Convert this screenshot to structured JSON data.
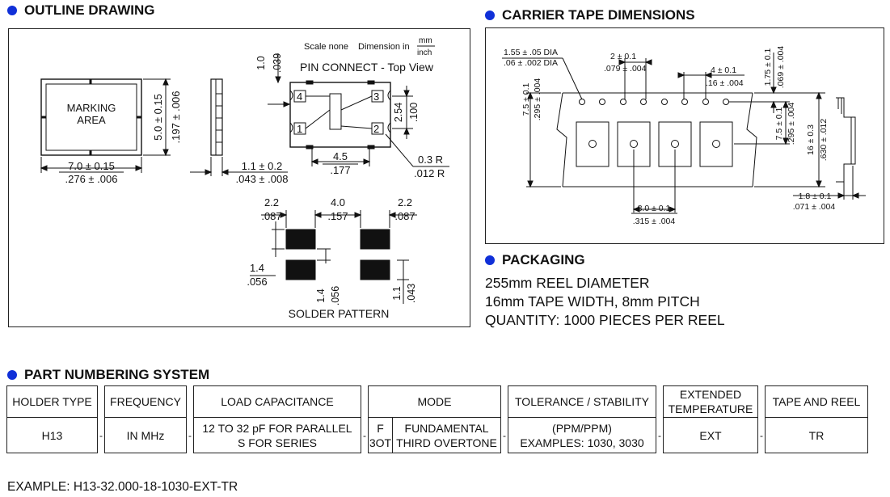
{
  "outline": {
    "title": "OUTLINE DRAWING",
    "scale": "Scale none",
    "dimension_in": "Dimension in",
    "unit_mm": "mm",
    "unit_inch": "inch",
    "pin_connect": "PIN CONNECT - Top View",
    "marking_line1": "MARKING",
    "marking_line2": "AREA",
    "width_mm": "7.0 ± 0.15",
    "width_in": ".276 ± .006",
    "height_mm": "5.0 ± 0.15",
    "height_in": ".197 ± .006",
    "thick_mm": "1.1 ± 0.2",
    "thick_in": ".043 ± .008",
    "top_mm": "1.0",
    "top_in": ".039",
    "pitch_mm": "2.54",
    "pitch_in": ".100",
    "span_mm": "4.5",
    "span_in": ".177",
    "radius_mm": "0.3 R",
    "radius_in": ".012 R",
    "pins": [
      "4",
      "3",
      "1",
      "2"
    ],
    "solder": {
      "label": "SOLDER PATTERN",
      "pad_w_mm": "2.2",
      "pad_w_in": ".087",
      "gap_mm": "4.0",
      "gap_in": ".157",
      "pad_w2_mm": "2.2",
      "pad_w2_in": ".087",
      "pad_h_mm": "1.4",
      "pad_h_in": ".056",
      "vgap_mm": "1.4",
      "vgap_in": ".056",
      "pad_h2_mm": "1.1",
      "pad_h2_in": ".043"
    }
  },
  "carrier": {
    "title": "CARRIER TAPE DIMENSIONS",
    "hole_dia_mm": "1.55 ± .05 DIA",
    "hole_dia_in": ".06 ± .002 DIA",
    "p2_mm": "2 ± 0.1",
    "p2_in": ".079 ± .004",
    "p0_mm": "4 ± 0.1",
    "p0_in": ".16 ± .004",
    "e_mm": "1.75 ± 0.1",
    "e_in": ".069 ± .004",
    "left_mm": "7.5 ± 0.1",
    "left_in": ".295 ± .004",
    "f_mm": "7.5 ± 0.1",
    "f_in": ".295 ± .004",
    "w_mm": "16 ± 0.3",
    "w_in": ".630 ± .012",
    "pitch_mm": "8.0 ± 0.1",
    "pitch_in": ".315 ± .004",
    "depth_mm": "1.8 ± 0.1",
    "depth_in": ".071 ± .004"
  },
  "packaging": {
    "title": "PACKAGING",
    "lines": [
      "255mm REEL DIAMETER",
      "16mm TAPE WIDTH, 8mm PITCH",
      "QUANTITY: 1000 PIECES PER REEL"
    ]
  },
  "part_numbering": {
    "title": "PART NUMBERING SYSTEM",
    "headers": {
      "holder": "HOLDER TYPE",
      "frequency": "FREQUENCY",
      "load": "LOAD CAPACITANCE",
      "mode": "MODE",
      "tolerance": "TOLERANCE / STABILITY",
      "ext_line1": "EXTENDED",
      "ext_line2": "TEMPERATURE",
      "tape": "TAPE AND REEL"
    },
    "values": {
      "holder": "H13",
      "frequency": "IN MHz",
      "load_line1": "12 TO 32 pF FOR PARALLEL",
      "load_line2": "S FOR SERIES",
      "mode_code1": "F",
      "mode_code2": "3OT",
      "mode_desc1": "FUNDAMENTAL",
      "mode_desc2": "THIRD OVERTONE",
      "tol_line1": "(PPM/PPM)",
      "tol_line2": "EXAMPLES: 1030, 3030",
      "ext": "EXT",
      "tape": "TR"
    },
    "dash": "-"
  },
  "example": "EXAMPLE: H13-32.000-18-1030-EXT-TR"
}
